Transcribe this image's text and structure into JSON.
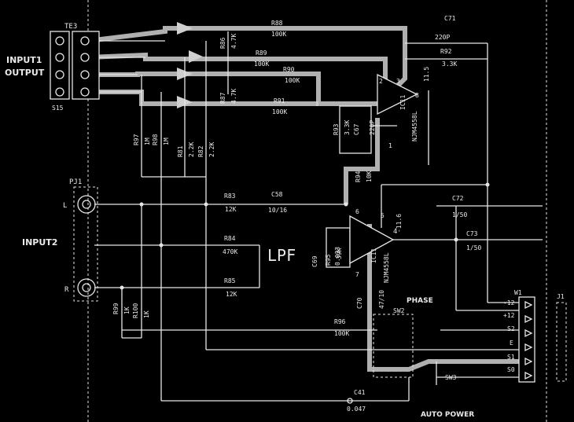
{
  "title_blocks": {
    "input1": "INPUT1",
    "output": "OUTPUT",
    "input2": "INPUT2",
    "lpf": "LPF",
    "phase": "PHASE",
    "auto_power": "AUTO POWER"
  },
  "parts": [
    {
      "id": "te3",
      "text": "TE3"
    },
    {
      "id": "s15",
      "text": "S15"
    },
    {
      "id": "pj1",
      "text": "PJ1"
    },
    {
      "id": "l",
      "text": "L"
    },
    {
      "id": "r",
      "text": "R"
    },
    {
      "id": "r88",
      "text": "R88"
    },
    {
      "id": "r88v",
      "text": "100K"
    },
    {
      "id": "r89",
      "text": "R89"
    },
    {
      "id": "r89v",
      "text": "100K"
    },
    {
      "id": "r90",
      "text": "R90"
    },
    {
      "id": "r90v",
      "text": "100K"
    },
    {
      "id": "r91",
      "text": "R91"
    },
    {
      "id": "r91v",
      "text": "100K"
    },
    {
      "id": "r86",
      "text": "R86"
    },
    {
      "id": "r86v",
      "text": "4.7K"
    },
    {
      "id": "r87",
      "text": "R87"
    },
    {
      "id": "r87v",
      "text": "4.7K"
    },
    {
      "id": "c71",
      "text": "C71"
    },
    {
      "id": "c71v",
      "text": "220P"
    },
    {
      "id": "r92",
      "text": "R92"
    },
    {
      "id": "r92v",
      "text": "3.3K"
    },
    {
      "id": "v115",
      "text": "11.5"
    },
    {
      "id": "ic11a",
      "text": "IC11"
    },
    {
      "id": "njm1",
      "text": "NJM4558L"
    },
    {
      "id": "r93",
      "text": "R93"
    },
    {
      "id": "r93v",
      "text": "3.3K"
    },
    {
      "id": "c67",
      "text": "C67"
    },
    {
      "id": "c67v",
      "text": "220P"
    },
    {
      "id": "r97",
      "text": "R97"
    },
    {
      "id": "r97v",
      "text": "1M"
    },
    {
      "id": "r98",
      "text": "R98"
    },
    {
      "id": "r98v",
      "text": "1M"
    },
    {
      "id": "r81",
      "text": "R81"
    },
    {
      "id": "r81v",
      "text": "2.2K"
    },
    {
      "id": "r82",
      "text": "R82"
    },
    {
      "id": "r82v",
      "text": "2.2K"
    },
    {
      "id": "r94",
      "text": "R94"
    },
    {
      "id": "r94v",
      "text": "10K"
    },
    {
      "id": "r83",
      "text": "R83"
    },
    {
      "id": "r83v",
      "text": "12K"
    },
    {
      "id": "c58",
      "text": "C58"
    },
    {
      "id": "c58v",
      "text": "10/16"
    },
    {
      "id": "r84",
      "text": "R84"
    },
    {
      "id": "r84v",
      "text": "470K"
    },
    {
      "id": "r85",
      "text": "R85"
    },
    {
      "id": "r85v",
      "text": "12K"
    },
    {
      "id": "c69",
      "text": "C69"
    },
    {
      "id": "c69v",
      "text": "0.033"
    },
    {
      "id": "r95",
      "text": "R95"
    },
    {
      "id": "r95v",
      "text": "39K"
    },
    {
      "id": "ic11b",
      "text": "IC11"
    },
    {
      "id": "njm2",
      "text": "NJM4558L"
    },
    {
      "id": "v116",
      "text": "-11.6"
    },
    {
      "id": "c72",
      "text": "C72"
    },
    {
      "id": "c72v",
      "text": "1/50"
    },
    {
      "id": "c73",
      "text": "C73"
    },
    {
      "id": "c73v",
      "text": "1/50"
    },
    {
      "id": "c70",
      "text": "C70"
    },
    {
      "id": "c70v",
      "text": "47/10"
    },
    {
      "id": "r99",
      "text": "R99"
    },
    {
      "id": "r99v",
      "text": "1K"
    },
    {
      "id": "r100",
      "text": "R100"
    },
    {
      "id": "r100v",
      "text": "1K"
    },
    {
      "id": "r96",
      "text": "R96"
    },
    {
      "id": "r96v",
      "text": "100K"
    },
    {
      "id": "sw2",
      "text": "SW2"
    },
    {
      "id": "sw3",
      "text": "SW3"
    },
    {
      "id": "c41",
      "text": "C41"
    },
    {
      "id": "c41v",
      "text": "0.047"
    },
    {
      "id": "w1",
      "text": "W1"
    },
    {
      "id": "j1",
      "text": "J1"
    },
    {
      "id": "m12",
      "text": "-12"
    },
    {
      "id": "p12",
      "text": "+12"
    },
    {
      "id": "s2",
      "text": "S2"
    },
    {
      "id": "e",
      "text": "E"
    },
    {
      "id": "s1",
      "text": "S1"
    },
    {
      "id": "s0",
      "text": "S0"
    },
    {
      "id": "pin8",
      "text": "8"
    },
    {
      "id": "pin4",
      "text": "4"
    },
    {
      "id": "pin5",
      "text": "5"
    },
    {
      "id": "pin6",
      "text": "6"
    },
    {
      "id": "pin7",
      "text": "7"
    },
    {
      "id": "pin2",
      "text": "2"
    },
    {
      "id": "pin3",
      "text": "3"
    },
    {
      "id": "pin1",
      "text": "1"
    }
  ]
}
